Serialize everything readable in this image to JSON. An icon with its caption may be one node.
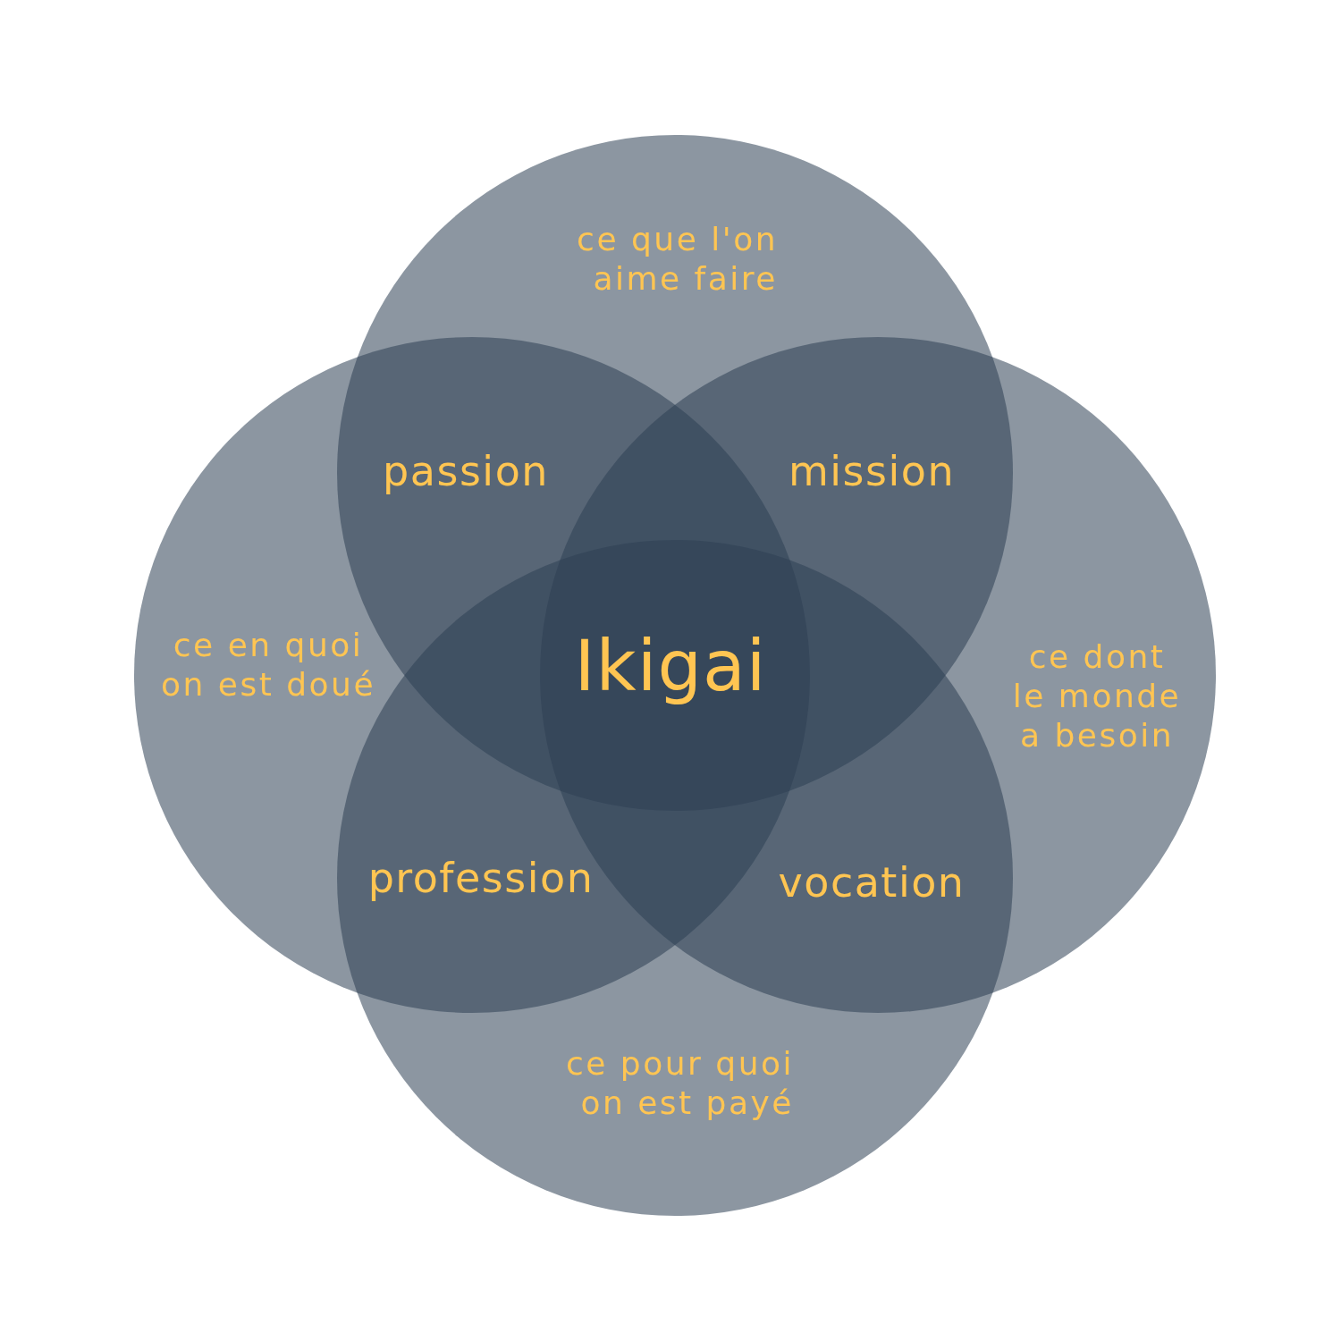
{
  "diagram": {
    "nodes": [
      {
        "text": [
          "ce que l'on aime faire"
        ]
      },
      {
        "text": [
          "ce en quoi on est doué"
        ]
      },
      {
        "text": [
          "ce dont le monde a besoin"
        ]
      },
      {
        "text": [
          "ce pour quoi on est payé"
        ]
      }
    ],
    "labels": [
      "passion",
      "mission",
      "Ikigai",
      "profession",
      "vocation"
    ]
  }
}
